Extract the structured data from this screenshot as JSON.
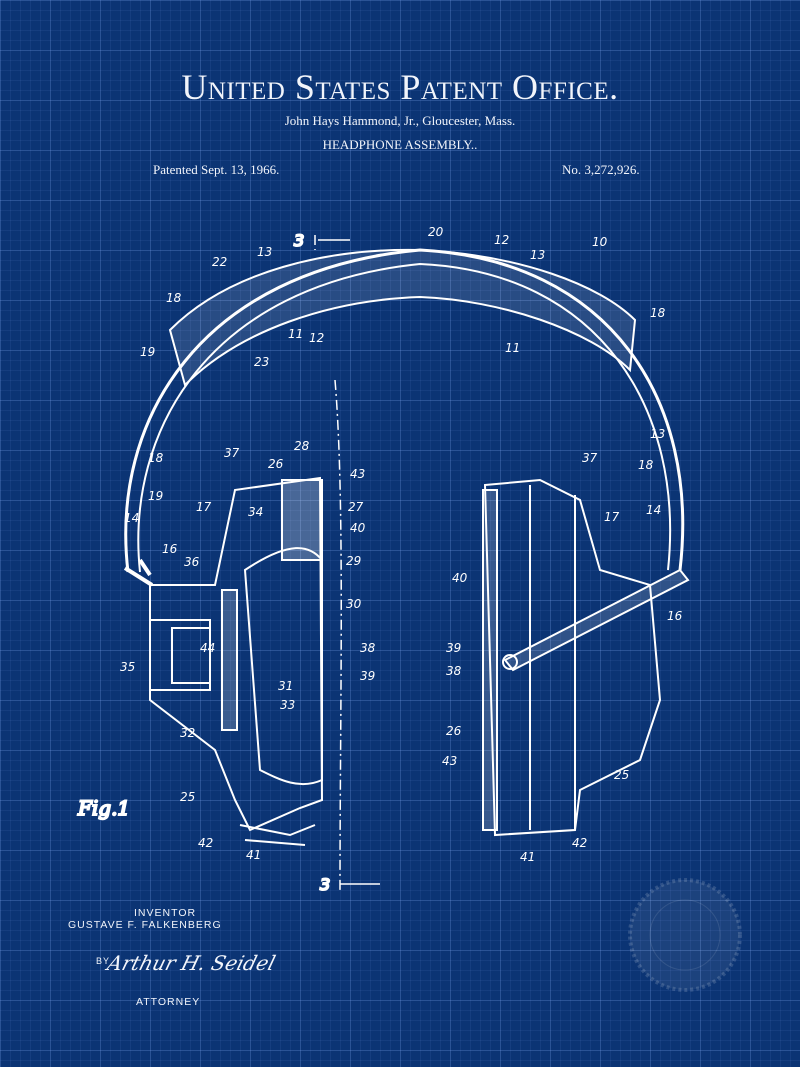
{
  "header": {
    "title": "United States Patent Office.",
    "inventor_line": "John Hays Hammond, Jr., Gloucester, Mass.",
    "subject": "HEADPHONE ASSEMBLY..",
    "date": "Patented Sept. 13, 1966.",
    "number": "No. 3,272,926."
  },
  "drawing": {
    "figure_label": "Fig.1",
    "section_marks": [
      "3",
      "3"
    ],
    "callouts": [
      "20",
      "12",
      "13",
      "10",
      "22",
      "13",
      "18",
      "11",
      "12",
      "18",
      "19",
      "23",
      "11",
      "13",
      "18",
      "37",
      "28",
      "26",
      "43",
      "18",
      "37",
      "19",
      "17",
      "34",
      "27",
      "40",
      "14",
      "17",
      "14",
      "16",
      "36",
      "29",
      "40",
      "30",
      "16",
      "44",
      "38",
      "39",
      "38",
      "35",
      "39",
      "31",
      "33",
      "26",
      "32",
      "43",
      "25",
      "25",
      "42",
      "41",
      "41",
      "42"
    ]
  },
  "footer": {
    "inventor_label": "INVENTOR",
    "inventor_name": "GUSTAVE F. FALKENBERG",
    "by": "BY",
    "signature": "Arthur H. Seidel",
    "attorney_label": "ATTORNEY"
  },
  "colors": {
    "background": "#0b3474",
    "ink": "#ffffff"
  }
}
